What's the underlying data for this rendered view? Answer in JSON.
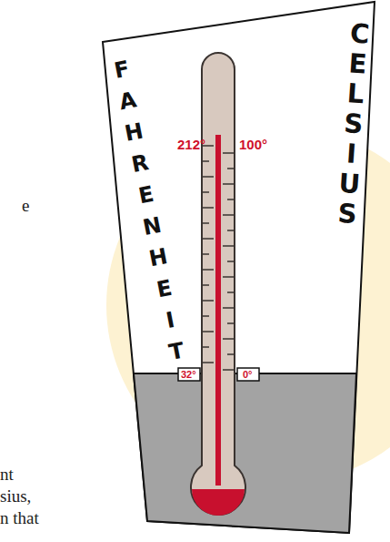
{
  "diagram": {
    "labels": [
      "FAHRENHEIT",
      "CELSIUS",
      "212°",
      "100°",
      "32°",
      "0°",
      "e",
      "nt",
      "sius,",
      "n that"
    ]
  }
}
